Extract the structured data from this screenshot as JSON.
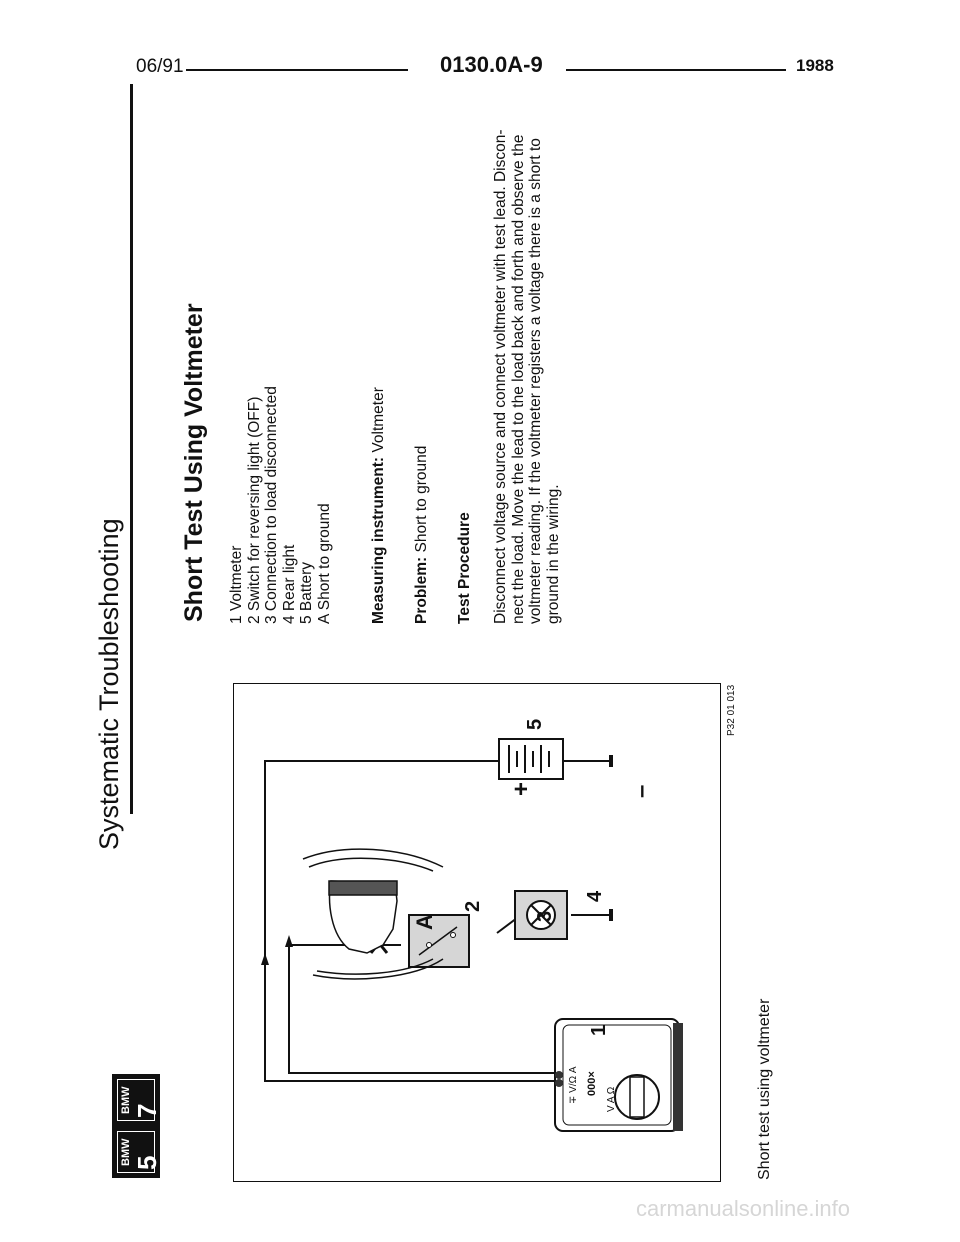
{
  "header": {
    "date": "06/91",
    "doc_code": "0130.0A-9",
    "year": "1988",
    "section_title": "Systematic Troubleshooting",
    "badge_brand": "BMW",
    "badge_series_left": "5",
    "badge_series_right": "7"
  },
  "document": {
    "title": "Short Test Using Voltmeter",
    "legend": [
      "1 Voltmeter",
      "2 Switch for reversing light (OFF)",
      "3 Connection to load disconnected",
      "4 Rear light",
      "5 Battery",
      "A Short to ground"
    ],
    "measuring_label": "Measuring instrument:",
    "measuring_value": "Voltmeter",
    "problem_label": "Problem:",
    "problem_value": "Short to ground",
    "procedure_heading": "Test Procedure",
    "procedure_lines": [
      "Disconnect voltage source and connect voltmeter with test lead. Discon-",
      "nect the load. Move the lead to the load back and forth and observe the",
      "voltmeter reading. If the voltmeter registers a voltage there is a short to",
      "ground in the wiring."
    ]
  },
  "figure": {
    "caption": "Short test using voltmeter",
    "code": "P32 01 013",
    "labels": {
      "voltmeter": "1",
      "switch": "2",
      "connection": "3",
      "rear_light": "4",
      "battery": "5",
      "short": "A",
      "plus": "+",
      "minus": "–"
    },
    "meter_text": "∓ V/Ω A",
    "meter_display": "000×",
    "meter_units": "V  A  Ω"
  },
  "watermark": "carmanualsonline.info"
}
